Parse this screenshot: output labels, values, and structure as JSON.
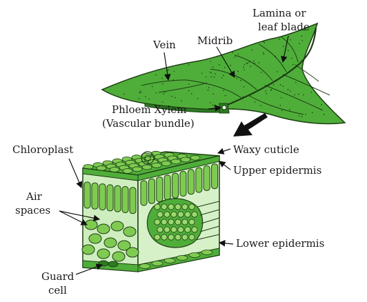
{
  "labels": {
    "lamina": [
      "Lamina or",
      "leaf blade"
    ],
    "vein": "Vein",
    "midrib": "Midrib",
    "phloem_xylem": "Phloem Xylem",
    "vascular_bundle": "(Vascular bundle)",
    "chloroplast": "Chloroplast",
    "waxy_cuticle": "Waxy cuticle",
    "upper_epidermis": "Upper epidermis",
    "air_spaces": [
      "Air",
      "spaces"
    ],
    "lower_epidermis": "Lower epidermis",
    "guard_cell": [
      "Guard",
      "cell"
    ]
  },
  "colors": {
    "leaf_green": "#4fae3a",
    "leaf_dark": "#2c7a22",
    "cell_light": "#9bd86d",
    "outline": "#1d3d12"
  }
}
